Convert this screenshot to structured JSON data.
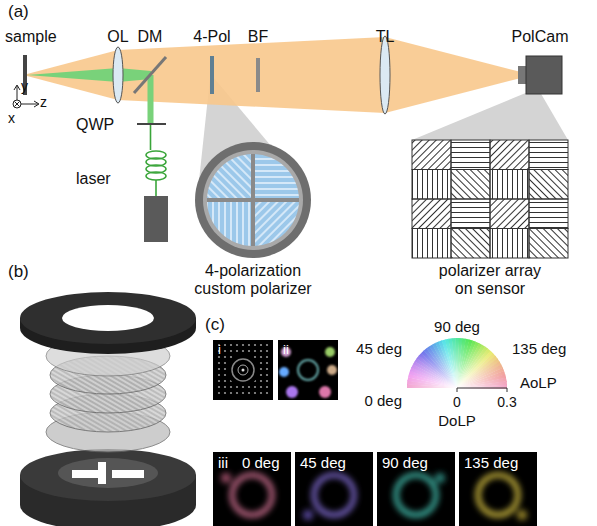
{
  "diagram": {
    "nodes": [
      {
        "text": [
          "i"
        ]
      },
      {
        "text": [
          "ii"
        ]
      },
      {
        "text": [
          "iii",
          "0 deg"
        ]
      },
      {
        "text": [
          "45 deg"
        ]
      },
      {
        "text": [
          "90 deg"
        ]
      },
      {
        "text": [
          "135 deg"
        ]
      }
    ],
    "labels": [
      "(a)",
      "sample",
      "OL",
      "DM",
      "4-Pol",
      "BF",
      "TL",
      "PolCam",
      "y",
      "z",
      "x",
      "QWP",
      "laser",
      "4-polarization custom polarizer",
      "polarizer array on sensor",
      "(b)",
      "(c)",
      "90 deg",
      "45 deg",
      "135 deg",
      "0 deg",
      "AoLP",
      "0",
      "0.3",
      "DoLP"
    ]
  }
}
